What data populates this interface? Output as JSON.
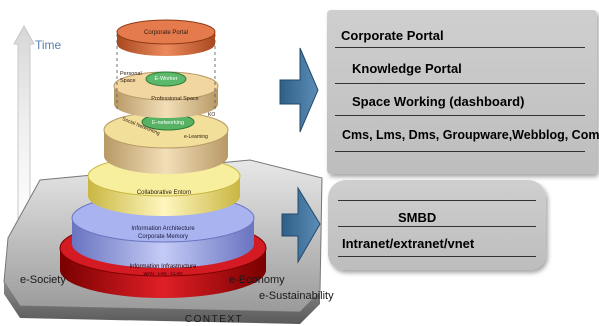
{
  "left_diagram": {
    "axis_label": "Time",
    "layers": {
      "corporate_portal": "Corporate Portal",
      "personal_space": "Personal\nSpace",
      "e_worker": "E-Worker",
      "professional_space": "Professional Space",
      "e_networking": "E-networking",
      "social_networking": "Social Networking",
      "e_learning": "e-Learning",
      "ko": "KO",
      "collaborative_enterprise": "Collaborative Entorn",
      "information_architecture": "Information Architecture\nCorporate Memory",
      "information_infrastructure": "Information Infrastructure",
      "infra_sub": "WAN · LAN · CLAN"
    },
    "corner_labels": {
      "e_society": "e-Society",
      "e_economy": "e-Economy",
      "e_sustainability": "e-Sustainability",
      "context": "CONTEXT"
    }
  },
  "top_box": {
    "rows": [
      "Corporate Portal",
      "Knowledge Portal",
      "Space Working (dashboard)",
      "Cms, Lms, Dms, Groupware,Webblog, Com"
    ]
  },
  "bottom_box": {
    "rows": [
      "SMBD",
      "Intranet/extranet/vnet"
    ]
  },
  "colors": {
    "arrow_blue": "#3d6f96",
    "box_gray": "#c4c4c4",
    "red_layer": "#c0121a",
    "blue_layer": "#8d9be6",
    "yellow_layer": "#f3e88c",
    "orange_top": "#e06a3c",
    "green_highlight": "#4ea85a"
  }
}
